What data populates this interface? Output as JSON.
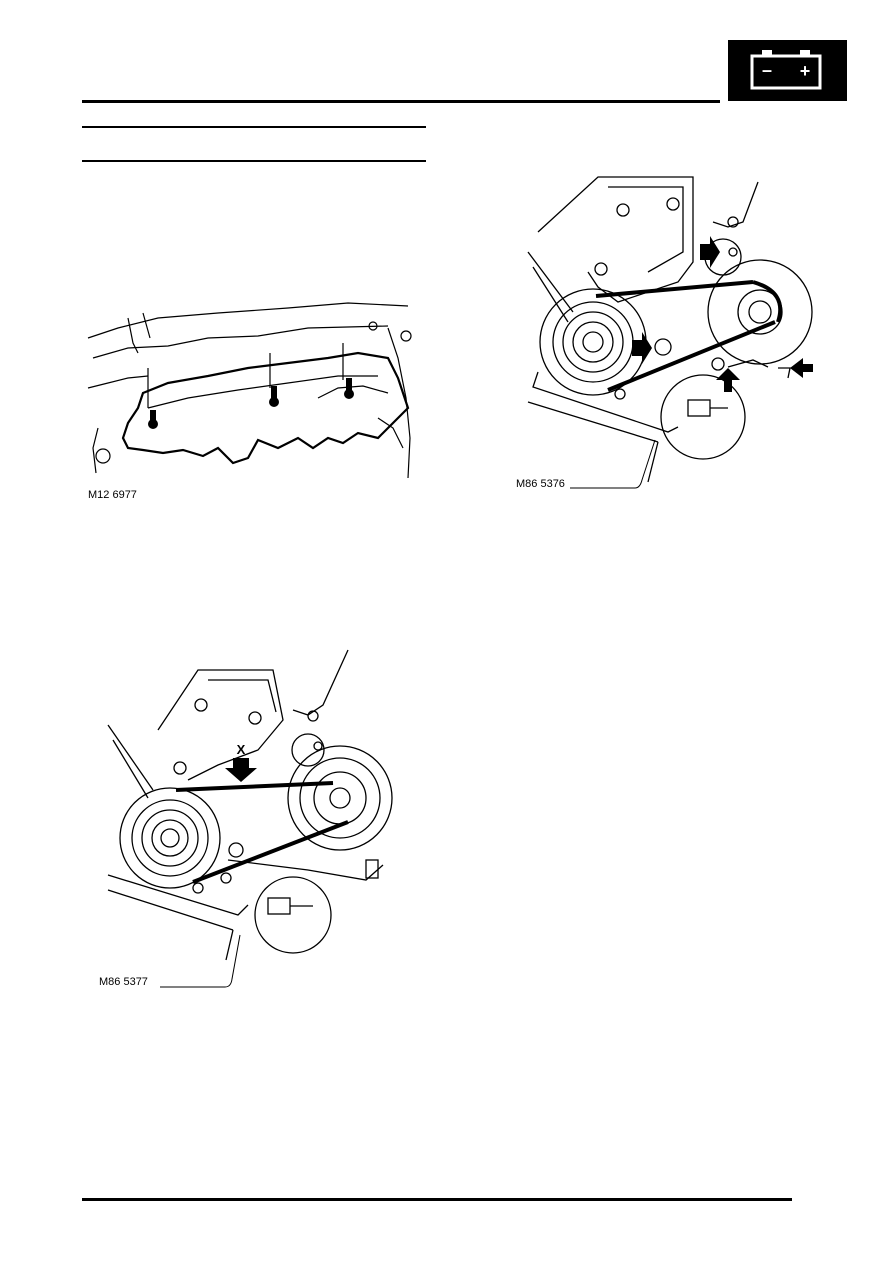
{
  "header": {
    "icon": "battery-icon",
    "battery_minus": "–",
    "battery_plus": "+"
  },
  "figures": [
    {
      "id": "M12 6977"
    },
    {
      "id": "M86 5376",
      "marker": ""
    },
    {
      "id": "M86 5377",
      "marker": "X"
    }
  ],
  "colors": {
    "ink": "#000000",
    "paper": "#ffffff"
  }
}
